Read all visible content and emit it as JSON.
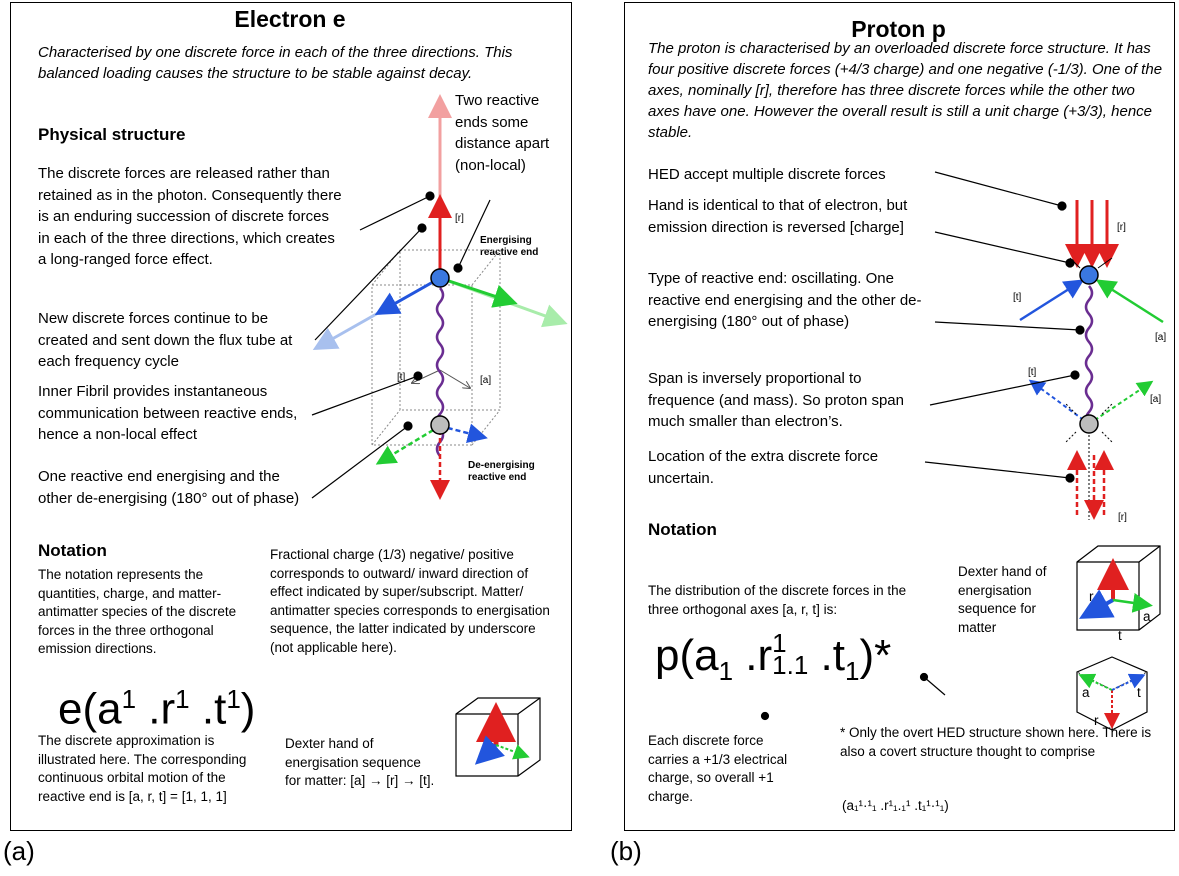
{
  "panel_a": {
    "label": "(a)",
    "title": "Electron e",
    "intro": "Characterised by one discrete force in each of the three directions. This balanced loading causes the structure to be stable against decay.",
    "physical_heading": "Physical structure",
    "p1": "The discrete forces are released rather than retained as in the photon. Consequently there is an enduring succession of discrete forces in each of the three directions, which creates a long-ranged force effect.",
    "p2": "New discrete forces continue to be created and sent down the flux tube at each frequency cycle",
    "p3": "Inner Fibril provides instantaneous communication between reactive ends, hence a non-local effect",
    "p4": "One reactive end energising and the other de-energising (180° out of phase)",
    "two_ends": "Two reactive ends some distance apart (non-local)",
    "energising_label": "Energising reactive end",
    "deenergising_label": "De-energising reactive end",
    "axis_r": "[r]",
    "axis_t": "[t]",
    "axis_a": "[a]",
    "notation_heading": "Notation",
    "notation_text": "The notation represents the quantities, charge, and matter-antimatter species of the discrete forces in the three orthogonal emission directions.",
    "fractional_text": "Fractional charge (1/3) negative/ positive corresponds to outward/ inward direction of effect indicated by super/subscript. Matter/ antimatter species corresponds to energisation sequence, the latter indicated by underscore (not applicable here).",
    "formula": {
      "base": "e(a",
      "a_sup": "1",
      "r": " .r",
      "r_sup": "1",
      "t": " .t",
      "t_sup": "1",
      "close": ")"
    },
    "approx_text": "The discrete approximation is illustrated here. The corresponding continuous orbital motion of the reactive end is [a, r, t] = [1, 1, 1]",
    "dexter_text": "Dexter hand of energisation sequence for matter: [a] → [r] → [t]."
  },
  "panel_b": {
    "label": "(b)",
    "title": "Proton p",
    "intro": "The proton is characterised by an overloaded discrete force structure. It has four positive discrete forces (+4/3 charge) and one negative (-1/3). One of the axes, nominally [r], therefore has three discrete forces while the other two axes have one. However the overall result is still a unit charge (+3/3), hence stable.",
    "c1": "HED accept multiple discrete forces",
    "c2": "Hand is identical to that of electron, but emission direction is reversed [charge]",
    "c3": "Type of reactive end: oscillating. One reactive end energising and the other de-energising (180° out of phase)",
    "c4": "Span is inversely proportional to frequence (and mass). So proton span much smaller than electron’s.",
    "c5": "Location of the extra discrete force uncertain.",
    "axis_r": "[r]",
    "axis_t": "[t]",
    "axis_a": "[a]",
    "notation_heading": "Notation",
    "distribution_text": "The distribution of the discrete forces in the three orthogonal axes [a, r, t] is:",
    "dexter_text": "Dexter hand of energisation sequence for matter",
    "cube_r": "r",
    "cube_a": "a",
    "cube_t": "t",
    "formula": {
      "p": "p(a",
      "a_sub": "1",
      "r": " .r",
      "r_sup": "1",
      "r_sub": "1.1",
      "t": " .t",
      "t_sub": "1",
      "close": ")*"
    },
    "each_text": "Each discrete force carries a +1/3 electrical charge, so overall +1 charge.",
    "footnote": "* Only the overt HED structure shown here. There is also a covert structure thought to comprise",
    "covert": "(a₁¹·¹₁ .r¹₁.₁¹ .t₁¹·¹₁)"
  },
  "colors": {
    "red": "#e02020",
    "blue": "#2255dd",
    "green": "#22cc33",
    "purple": "#6a2d91",
    "node_blue": "#3a78e0",
    "node_gray": "#bdbdbd"
  }
}
